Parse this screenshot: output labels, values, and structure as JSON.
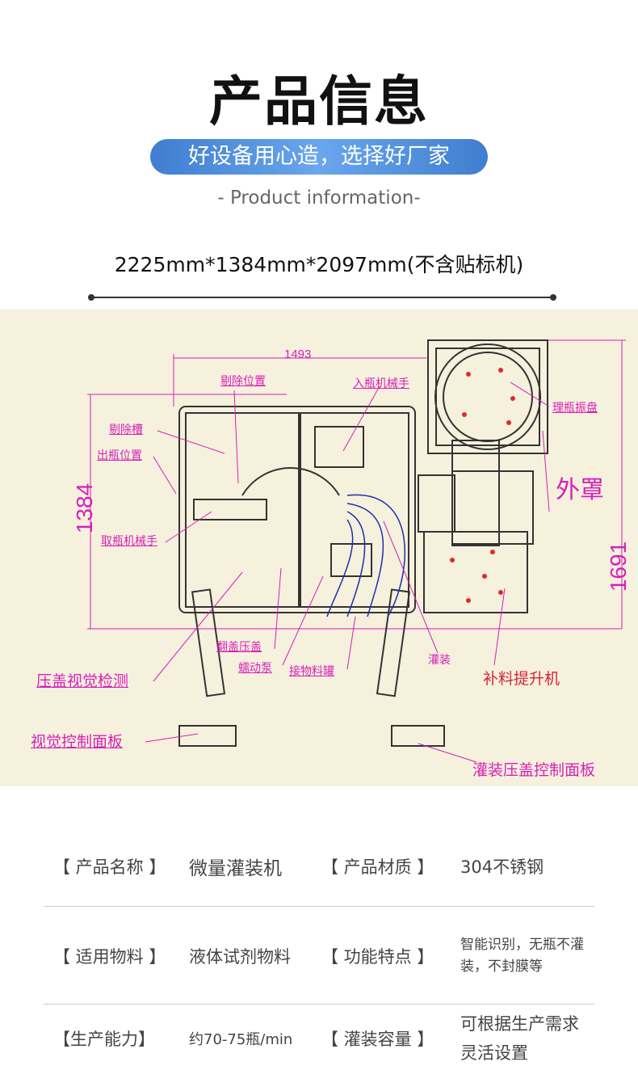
{
  "header": {
    "title": "产品信息",
    "slogan": "好设备用心造，选择好厂家",
    "subtitle": "- Product information-",
    "dimensions": "2225mm*1384mm*2097mm(不含贴标机)"
  },
  "diagram": {
    "dims": {
      "width": "1493",
      "depth": "1384",
      "total": "1691"
    },
    "labels": {
      "reject_position": "剔除位置",
      "bottle_in_robot": "入瓶机械手",
      "bottle_sorter": "理瓶振盘",
      "reject_slot": "剔除槽",
      "bottle_out": "出瓶位置",
      "cover": "外罩",
      "bottle_pick_robot": "取瓶机械手",
      "flip_cap": "翻盖压盖",
      "peristaltic_pump": "蠕动泵",
      "material_tank": "接物料罐",
      "filling": "灌装",
      "feed_elevator": "补料提升机",
      "cap_vision": "压盖视觉检测",
      "vision_panel": "视觉控制面板",
      "fill_cap_panel": "灌装压盖控制面板"
    }
  },
  "specs": [
    {
      "k1": "【 产品名称 】",
      "v1": "微量灌装机",
      "k2": "【 产品材质 】",
      "v2": "304不锈钢"
    },
    {
      "k1": "【 适用物料 】",
      "v1": "液体试剂物料",
      "k2": "【 功能特点 】",
      "v2": "智能识别，无瓶不灌装，不封膜等"
    },
    {
      "k1": "【生产能力】",
      "v1": "约70-75瓶/min",
      "k2": "【 灌装容量 】",
      "v2": "可根据生产需求灵活设置"
    }
  ],
  "colors": {
    "accent": "#4a8ad8",
    "label": "#d81fb8",
    "background": "#f5f1dd"
  }
}
